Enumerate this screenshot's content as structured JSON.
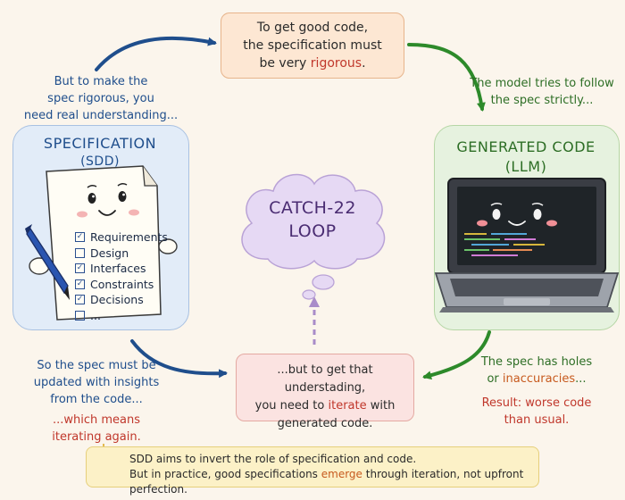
{
  "top_box": {
    "line1": "To get good code,",
    "line2": "the specification must",
    "line3_prefix": "be very ",
    "line3_highlight": "rigorous",
    "line3_suffix": "."
  },
  "note_top_left": {
    "line1": "But to make the",
    "line2": "spec rigorous, you",
    "line3": "need real understanding..."
  },
  "note_top_right": {
    "line1": "The model tries to follow",
    "line2": "the spec strictly..."
  },
  "spec_panel": {
    "title": "SPECIFICATION",
    "subtitle": "(SDD)",
    "checklist": [
      {
        "label": "Requirements",
        "checked": true
      },
      {
        "label": "Design",
        "checked": false
      },
      {
        "label": "Interfaces",
        "checked": true
      },
      {
        "label": "Constraints",
        "checked": true
      },
      {
        "label": "Decisions",
        "checked": true
      },
      {
        "label": "...",
        "checked": false
      }
    ]
  },
  "llm_panel": {
    "title": "GENERATED CODE",
    "subtitle": "(LLM)"
  },
  "cloud": {
    "line1": "CATCH-22",
    "line2": "LOOP"
  },
  "bottom_box": {
    "line1": "...but to get that understading,",
    "line2_prefix": "you need to ",
    "line2_highlight": "iterate",
    "line2_suffix": " with",
    "line3": "generated code."
  },
  "note_bottom_left": {
    "line1": "So the spec must be",
    "line2": "updated with insights",
    "line3": "from the code...",
    "red_line1": "...which means",
    "red_line2": "iterating again."
  },
  "note_bottom_right": {
    "line1": "The spec has holes",
    "line2_prefix": "or ",
    "line2_highlight": "inaccuracies",
    "line2_suffix": "...",
    "red_line1_prefix": "Result: ",
    "red_line1_highlight": "worse code",
    "red_line2": "than usual."
  },
  "footer": {
    "line1": "SDD aims to invert the role of specification and code.",
    "line2_prefix": "But in practice, good specifications ",
    "line2_highlight": "emerge",
    "line2_suffix": " through iteration, not upfront perfection."
  },
  "colors": {
    "blue": "#1f4e8c",
    "green": "#2d6e25",
    "red": "#c0372b",
    "purple": "#4a2c72",
    "orange": "#c75a1e"
  }
}
